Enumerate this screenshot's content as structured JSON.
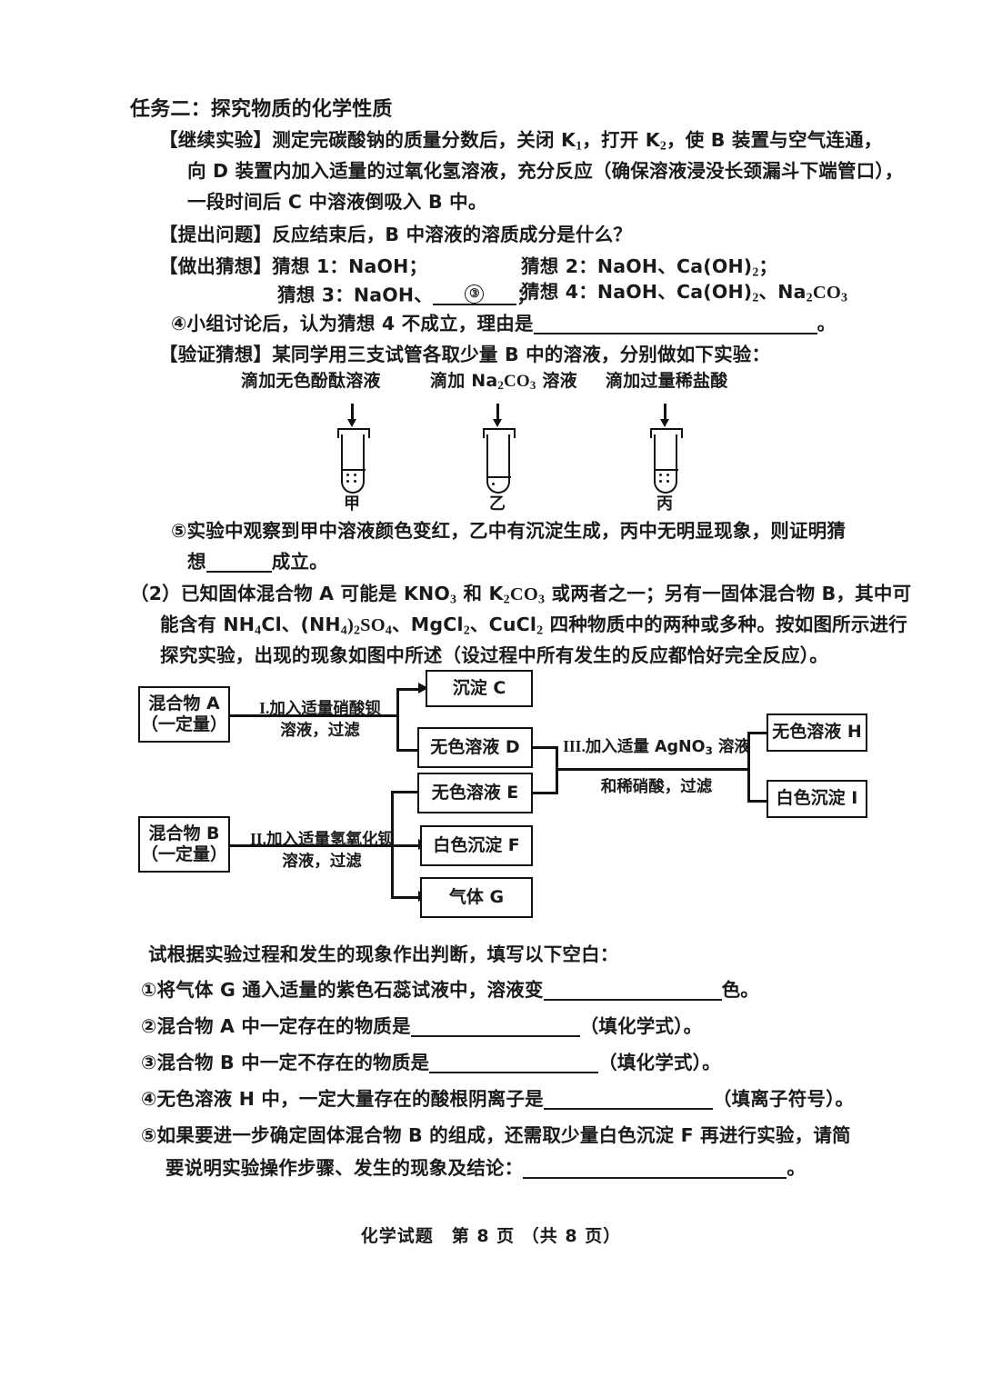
{
  "document": {
    "task_heading": "任务二：探究物质的化学性质",
    "footer": "化学试题　第 8 页 （共 8 页）"
  },
  "section_continue": {
    "tag": "【继续实验】",
    "line1_a": "测定完碳酸钠的质量分数后，关闭 K",
    "line1_sub1": "1",
    "line1_b": "，打开 K",
    "line1_sub2": "2",
    "line1_c": "，使 B 装置与空气连通，",
    "line2": "向 D 装置内加入适量的过氧化氢溶液，充分反应（确保溶液浸没长颈漏斗下端管口），",
    "line3": "一段时间后 C 中溶液倒吸入 B 中。"
  },
  "section_question": {
    "tag": "【提出问题】",
    "text": "反应结束后，B 中溶液的溶质成分是什么？"
  },
  "section_guess": {
    "tag": "【做出猜想】",
    "guess1": "猜想 1：NaOH；",
    "guess2_a": "猜想 2：NaOH、Ca(OH)",
    "guess2_sub": "2",
    "guess2_b": "；",
    "guess3_a": "猜想 3：NaOH、",
    "guess3_blank": "③",
    "guess3_b": "；",
    "guess4_a": "猜想 4：NaOH、Ca(OH)",
    "guess4_sub1": "2",
    "guess4_b": "、Na",
    "guess4_sub2": "2",
    "guess4_c": "CO",
    "guess4_sub3": "3"
  },
  "item4": {
    "text_a": "④小组讨论后，认为猜想 4 不成立，理由是",
    "text_b": "。"
  },
  "section_verify": {
    "tag": "【验证猜想】",
    "text": "某同学用三支试管各取少量 B 中的溶液，分别做如下实验："
  },
  "tubes": [
    {
      "caption": "滴加无色酚酞溶液",
      "caption_plain": "滴加无色酚酞溶液",
      "label": "甲",
      "liquid": "high"
    },
    {
      "caption_pre": "滴加 Na",
      "caption_sub": "2",
      "caption_mid": "CO",
      "caption_sub2": "3",
      "caption_post": " 溶液",
      "label": "乙",
      "liquid": "low"
    },
    {
      "caption": "滴加过量稀盐酸",
      "caption_plain": "滴加过量稀盐酸",
      "label": "丙",
      "liquid": "high"
    }
  ],
  "item5": {
    "line1": "⑤实验中观察到甲中溶液颜色变红，乙中有沉淀生成，丙中无明显现象，则证明猜",
    "line2_a": "想",
    "line2_b": "成立。"
  },
  "section2": {
    "line1_a": "（2）已知固体混合物 A 可能是 KNO",
    "line1_sub1": "3",
    "line1_b": " 和 K",
    "line1_sub2": "2",
    "line1_c": "CO",
    "line1_sub3": "3",
    "line1_d": " 或两者之一；另有一固体混合物 B，其中可",
    "line2_a": "能含有 NH",
    "line2_sub1": "4",
    "line2_b": "Cl、(NH",
    "line2_sub2": "4",
    "line2_c": ")",
    "line2_sub3": "2",
    "line2_d": "SO",
    "line2_sub4": "4",
    "line2_e": "、MgCl",
    "line2_sub5": "2",
    "line2_f": "、CuCl",
    "line2_sub6": "2",
    "line2_g": " 四种物质中的两种或多种。按如图所示进行",
    "line3": "探究实验，出现的现象如图中所述（设过程中所有发生的反应都恰好完全反应）。"
  },
  "flowchart": {
    "box_a_line1": "混合物 A",
    "box_a_line2": "（一定量）",
    "box_b_line1": "混合物 B",
    "box_b_line2": "（一定量）",
    "step1_line1_rom": "I.",
    "step1_line1": "加入适量硝酸钡",
    "step1_line2": "溶液，过滤",
    "step2_line1_rom": "II.",
    "step2_line1": "加入适量氢氧化钡",
    "step2_line2": "溶液，过滤",
    "step3_line1_rom": "III.",
    "step3_line1_a": "加入适量 AgNO",
    "step3_line1_sub": "3",
    "step3_line1_b": " 溶液",
    "step3_line2": "和稀硝酸，过滤",
    "box_c": "沉淀 C",
    "box_d": "无色溶液 D",
    "box_e": "无色溶液 E",
    "box_f": "白色沉淀 F",
    "box_g": "气体 G",
    "box_h": "无色溶液 H",
    "box_i": "白色沉淀 I"
  },
  "questions": {
    "intro": "试根据实验过程和发生的现象作出判断，填写以下空白：",
    "q1_a": "①将气体 G 通入适量的紫色石蕊试液中，溶液变",
    "q1_b": "色。",
    "q2_a": "②混合物 A 中一定存在的物质是",
    "q2_b": "（填化学式）。",
    "q3_a": "③混合物 B 中一定不存在的物质是",
    "q3_b": "（填化学式）。",
    "q4_a": "④无色溶液 H 中，一定大量存在的酸根阴离子是",
    "q4_b": "（填离子符号）。",
    "q5_line1": "⑤如果要进一步确定固体混合物 B 的组成，还需取少量白色沉淀 F 再进行实验，请简",
    "q5_line2_a": "要说明实验操作步骤、发生的现象及结论：",
    "q5_line2_b": "。"
  }
}
